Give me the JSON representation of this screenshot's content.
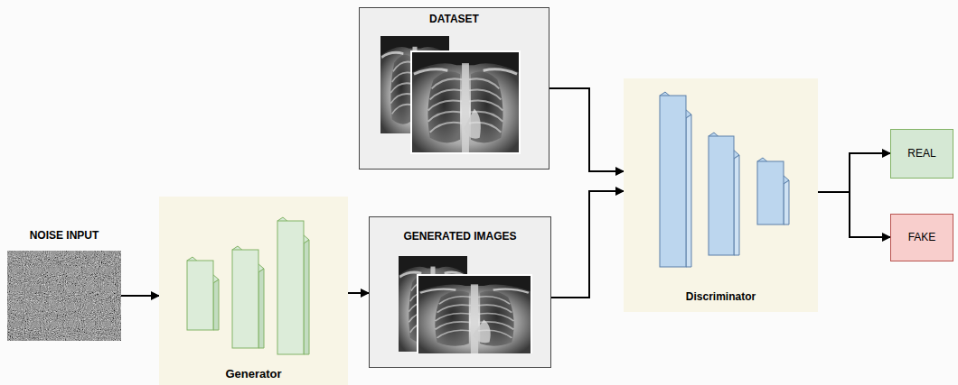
{
  "diagram": {
    "nodes": [
      {
        "text": [
          "NOISE INPUT"
        ]
      },
      {
        "text": [
          "Generator"
        ]
      },
      {
        "text": [
          "DATASET"
        ]
      },
      {
        "text": [
          "GENERATED IMAGES"
        ]
      },
      {
        "text": [
          "Discriminator"
        ]
      },
      {
        "text": [
          "REAL"
        ]
      },
      {
        "text": [
          "FAKE"
        ]
      }
    ],
    "edges": [
      {
        "from": 0,
        "to": 1,
        "arrow": "to"
      },
      {
        "from": 1,
        "to": 3,
        "arrow": "to"
      },
      {
        "from": 2,
        "to": 4,
        "arrow": "to"
      },
      {
        "from": 3,
        "to": 4,
        "arrow": "to"
      },
      {
        "from": 4,
        "to": 5,
        "arrow": "to"
      },
      {
        "from": 4,
        "to": 6,
        "arrow": "to"
      }
    ]
  }
}
